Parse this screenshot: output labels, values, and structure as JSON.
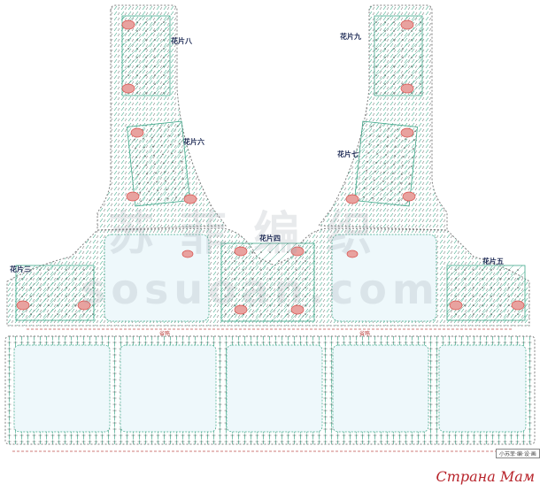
{
  "labels": {
    "motif_8": "花片八",
    "motif_9": "花片九",
    "motif_6": "花片六",
    "motif_7": "花片七",
    "motif_4": "花片四",
    "motif_3": "花片三",
    "motif_5": "花片五"
  },
  "annotations": {
    "band_left": "省略",
    "band_right": "省略"
  },
  "signature": "小苏菲·编·设·画",
  "watermark": {
    "cn": "苏 菲 编 织",
    "en": "sosuoan.com"
  },
  "site_logo": "Страна Мам",
  "colors": {
    "panel_fill": "#eef8fb",
    "dashed_outline": "#808080",
    "stitch_green": "#3fa88a",
    "stitch_dark": "#555555",
    "petal_red": "#d9534f",
    "label": "#1d2a55"
  }
}
